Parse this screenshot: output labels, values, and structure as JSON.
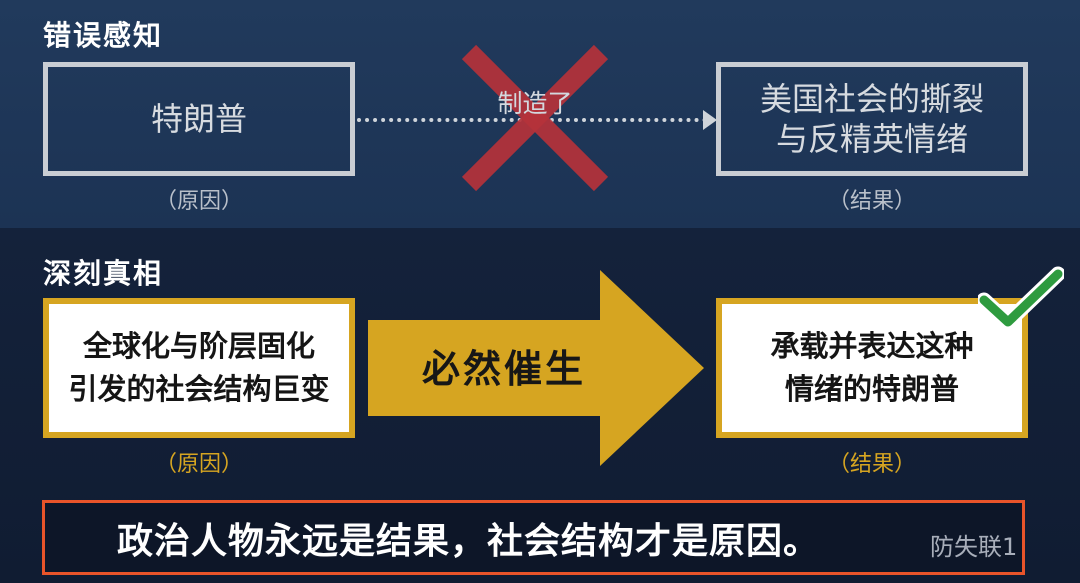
{
  "misconception": {
    "title": "错误感知",
    "cause_label": "特朗普",
    "cause_caption": "（原因）",
    "relation_label": "制造了",
    "effect_label_line1": "美国社会的撕裂",
    "effect_label_line2": "与反精英情绪",
    "effect_caption": "（结果）"
  },
  "truth": {
    "title": "深刻真相",
    "cause_line1": "全球化与阶层固化",
    "cause_line2": "引发的社会结构巨变",
    "cause_caption": "（原因）",
    "arrow_label": "必然催生",
    "effect_line1": "承载并表达这种",
    "effect_line2": "情绪的特朗普",
    "effect_caption": "（结果）"
  },
  "banner": {
    "text": "政治人物永远是结果，社会结构才是原因。"
  },
  "watermark": {
    "text": "防失联1"
  },
  "colors": {
    "gold": "#d6a521",
    "cross_red": "#b5323a",
    "check_green": "#2e9b3f",
    "banner_border": "#e8542a"
  },
  "icons": {
    "cross": "cross-icon",
    "check": "check-icon"
  }
}
